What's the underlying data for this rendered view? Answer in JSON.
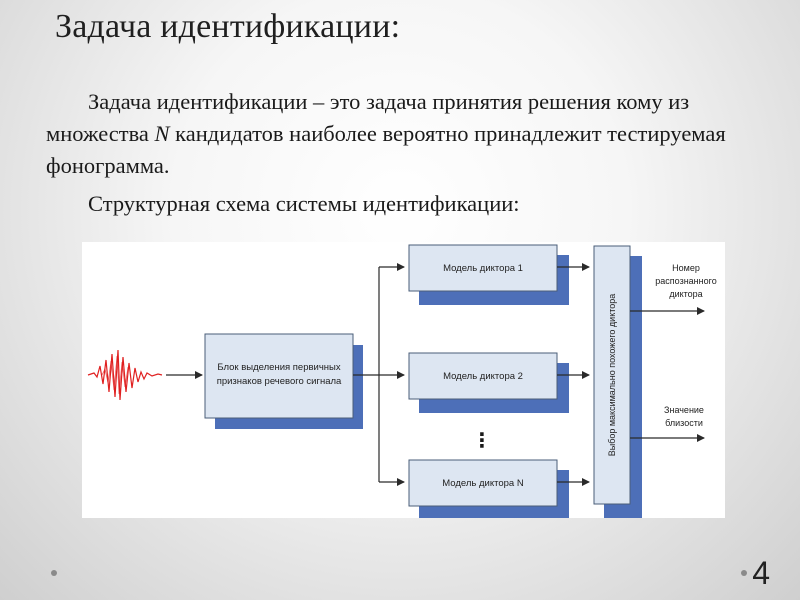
{
  "slide": {
    "title": "Задача идентификации:",
    "paragraph1_before_n": "Задача идентификации – это задача принятия решения кому из множества ",
    "paragraph1_n": "N",
    "paragraph1_after_n": " кандидатов наиболее вероятно принадлежит тестируемая фонограмма.",
    "paragraph2": "Структурная схема системы идентификации:",
    "page_number": "4"
  },
  "diagram": {
    "feature_block_line1": "Блок выделения первичных",
    "feature_block_line2": "признаков речевого сигнала",
    "model1": "Модель диктора 1",
    "model2": "Модель диктора 2",
    "modelN": "Модель диктора N",
    "ellipsis": "⋮",
    "selector": "Выбор максимально похожего диктора",
    "output1_line1": "Номер",
    "output1_line2": "распознанного",
    "output1_line3": "диктора",
    "output2_line1": "Значение",
    "output2_line2": "близости"
  },
  "colors": {
    "box_fill": "#dde6f2",
    "box_stroke": "#4a5e78",
    "shadow": "#4d6fb8",
    "waveform": "#e02020",
    "arrow": "#2a2a2a"
  }
}
